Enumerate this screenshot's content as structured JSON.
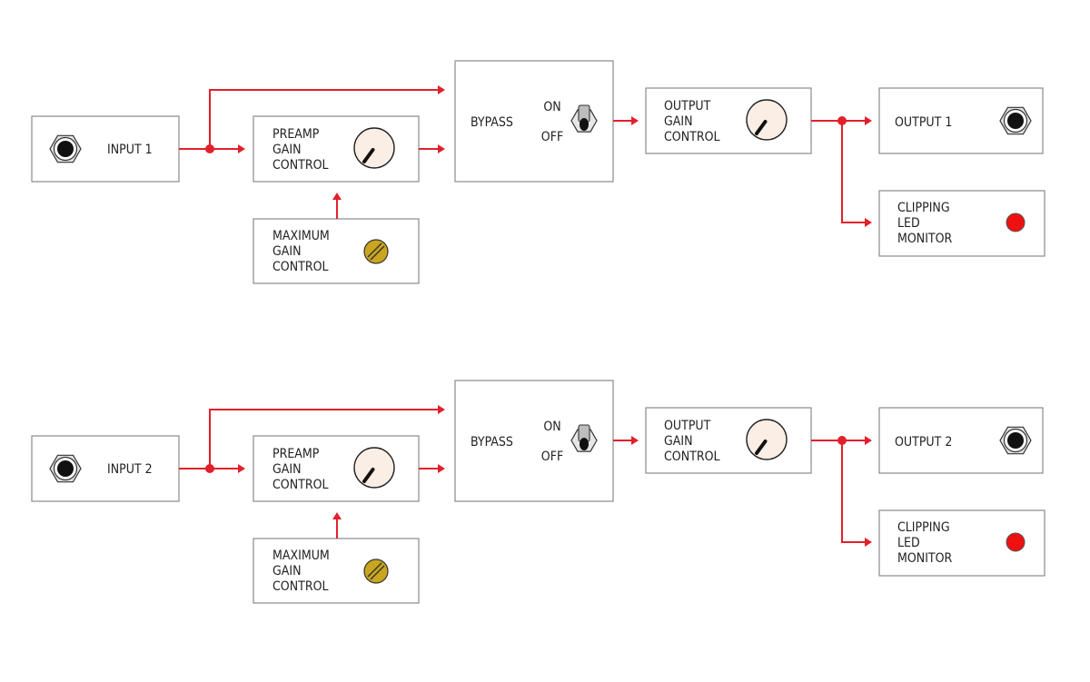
{
  "colors": {
    "signal": "#e1202a",
    "box_border": "#8a8a8a",
    "knob_face": "#fbeee4",
    "trim_pot": "#c9a520",
    "led": "#ee1111",
    "jack_nut": "#e2e2e2"
  },
  "channels": [
    {
      "input": {
        "label": "INPUT 1",
        "icon": "jack-icon"
      },
      "preamp": {
        "lines": [
          "PREAMP",
          "GAIN",
          "CONTROL"
        ],
        "icon": "knob-icon"
      },
      "max_gain": {
        "lines": [
          "MAXIMUM",
          "GAIN",
          "CONTROL"
        ],
        "icon": "trim-pot-icon"
      },
      "bypass": {
        "label": "BYPASS",
        "on": "ON",
        "off": "OFF",
        "icon": "toggle-switch-icon"
      },
      "output_gain": {
        "lines": [
          "OUTPUT",
          "GAIN",
          "CONTROL"
        ],
        "icon": "knob-icon"
      },
      "output": {
        "label": "OUTPUT 1",
        "icon": "jack-icon"
      },
      "clip": {
        "lines": [
          "CLIPPING",
          "LED",
          "MONITOR"
        ],
        "icon": "led-icon"
      }
    },
    {
      "input": {
        "label": "INPUT 2",
        "icon": "jack-icon"
      },
      "preamp": {
        "lines": [
          "PREAMP",
          "GAIN",
          "CONTROL"
        ],
        "icon": "knob-icon"
      },
      "max_gain": {
        "lines": [
          "MAXIMUM",
          "GAIN",
          "CONTROL"
        ],
        "icon": "trim-pot-icon"
      },
      "bypass": {
        "label": "BYPASS",
        "on": "ON",
        "off": "OFF",
        "icon": "toggle-switch-icon"
      },
      "output_gain": {
        "lines": [
          "OUTPUT",
          "GAIN",
          "CONTROL"
        ],
        "icon": "knob-icon"
      },
      "output": {
        "label": "OUTPUT 2",
        "icon": "jack-icon"
      },
      "clip": {
        "lines": [
          "CLIPPING",
          "LED",
          "MONITOR"
        ],
        "icon": "led-icon"
      }
    }
  ]
}
